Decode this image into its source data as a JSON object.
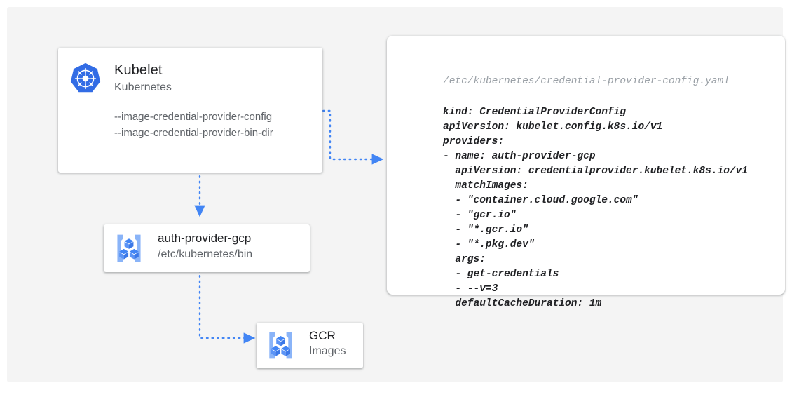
{
  "canvas": {
    "background": "#f4f4f4",
    "accent": "#4285f4",
    "icon_light": "#8ab4f8"
  },
  "kubelet": {
    "icon": "kubernetes-logo-icon",
    "title": "Kubelet",
    "subtitle": "Kubernetes",
    "flags": [
      "--image-credential-provider-config",
      "--image-credential-provider-bin-dir"
    ]
  },
  "auth_provider": {
    "icon": "gcp-container-cubes-icon",
    "title": "auth-provider-gcp",
    "subtitle": "/etc/kubernetes/bin"
  },
  "gcr": {
    "icon": "gcp-container-cubes-icon",
    "title": "GCR",
    "subtitle": "Images"
  },
  "yaml_card": {
    "path": "/etc/kubernetes/credential-provider-config.yaml",
    "content": "kind: CredentialProviderConfig\napiVersion: kubelet.config.k8s.io/v1\nproviders:\n- name: auth-provider-gcp\n  apiVersion: credentialprovider.kubelet.k8s.io/v1\n  matchImages:\n  - \"container.cloud.google.com\"\n  - \"gcr.io\"\n  - \"*.gcr.io\"\n  - \"*.pkg.dev\"\n  args:\n  - get-credentials\n  - --v=3\n  defaultCacheDuration: 1m"
  },
  "connectors": [
    {
      "name": "kubelet-to-yaml-config",
      "style": "dotted",
      "color": "#4285f4"
    },
    {
      "name": "kubelet-to-auth-provider",
      "style": "dotted",
      "color": "#4285f4"
    },
    {
      "name": "auth-provider-to-gcr",
      "style": "dotted",
      "color": "#4285f4"
    }
  ]
}
